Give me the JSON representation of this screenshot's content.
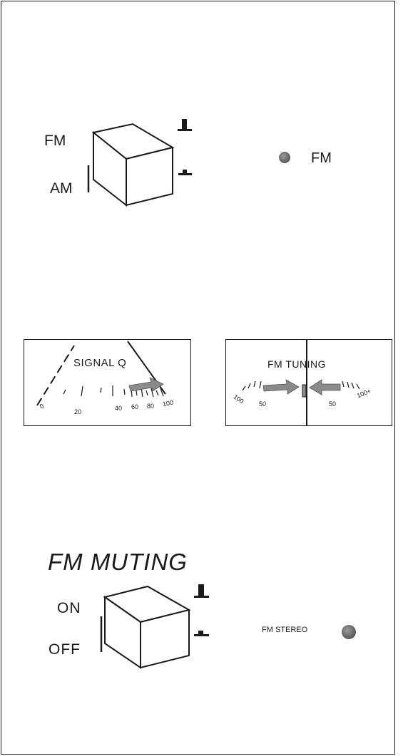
{
  "band_selector": {
    "label_top": "FM",
    "label_bottom": "AM"
  },
  "fm_indicator": {
    "label": "FM",
    "lamp_color": "#6a6a6a"
  },
  "signal_meter": {
    "title": "SIGNAL Q",
    "ticks": [
      "0",
      "20",
      "40",
      "60",
      "80",
      "100"
    ]
  },
  "tuning_meter": {
    "title": "FM TUNING",
    "ticks": [
      "100",
      "50",
      "50",
      "100+"
    ]
  },
  "muting_switch": {
    "title": "FM MUTING",
    "label_top": "ON",
    "label_bottom": "OFF"
  },
  "stereo_indicator": {
    "label": "FM STEREO",
    "lamp_color": "#5a5a5a"
  },
  "colors": {
    "line": "#1a1a1a",
    "arrow_fill": "#8a8a8a",
    "background": "#ffffff"
  }
}
